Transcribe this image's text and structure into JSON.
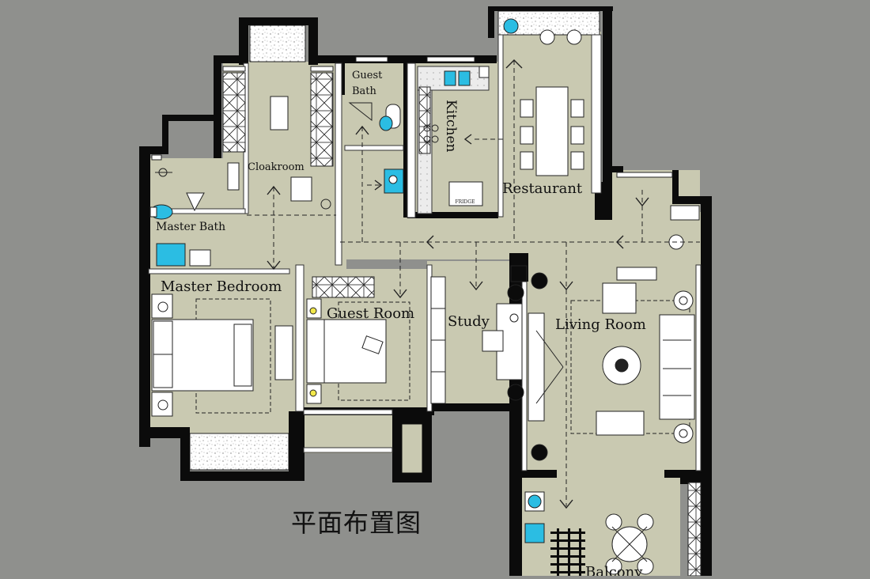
{
  "plan": {
    "title": "平面布置图",
    "rooms": {
      "guest_bath_line1": "Guest",
      "guest_bath_line2": "Bath",
      "kitchen": "Kitchen",
      "restaurant": "Restaurant",
      "cloakroom": "Cloakroom",
      "master_bath": "Master Bath",
      "master_bedroom": "Master Bedroom",
      "guest_room": "Guest Room",
      "study": "Study",
      "living_room": "Living Room",
      "balcony": "Balcony"
    },
    "appliance_label": "FRIDGE",
    "colors": {
      "background": "#8f908d",
      "floor": "#c9c9b1",
      "wall": "#0b0b0b",
      "fixture_blue": "#2bbde3",
      "balcony_fill": "#ffffff"
    }
  }
}
